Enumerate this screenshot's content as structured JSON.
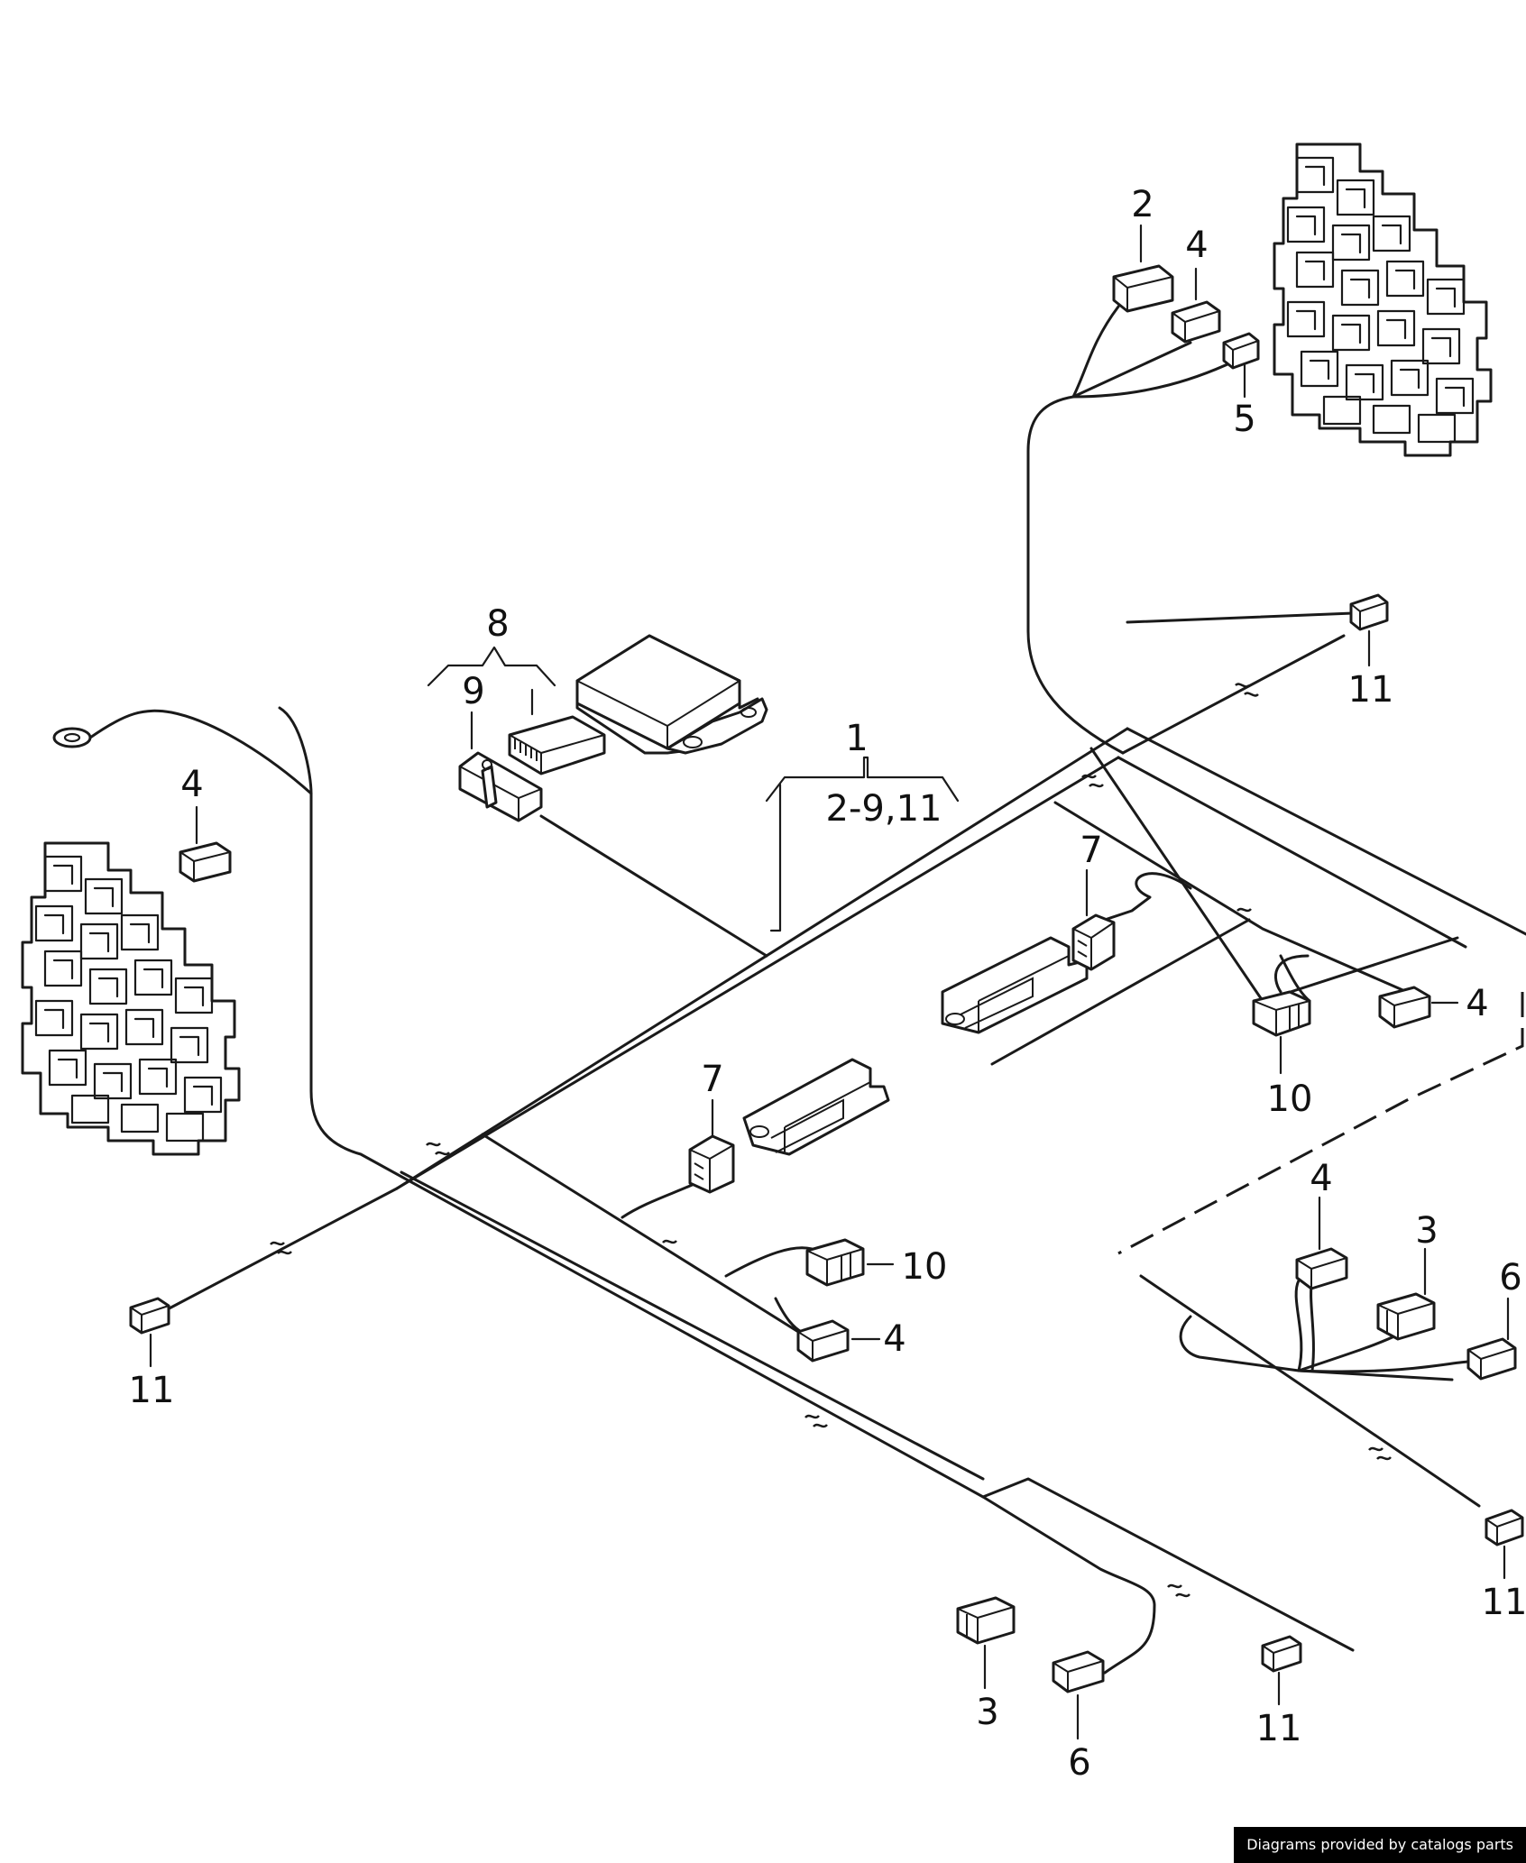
{
  "callouts": [
    {
      "id": "c1",
      "text": "1"
    },
    {
      "id": "c1-range",
      "text": "2-9,11"
    },
    {
      "id": "c2",
      "text": "2"
    },
    {
      "id": "c3a",
      "text": "3"
    },
    {
      "id": "c3b",
      "text": "3"
    },
    {
      "id": "c4a",
      "text": "4"
    },
    {
      "id": "c4b",
      "text": "4"
    },
    {
      "id": "c4c",
      "text": "4"
    },
    {
      "id": "c4d",
      "text": "4"
    },
    {
      "id": "c4e",
      "text": "4"
    },
    {
      "id": "c5",
      "text": "5"
    },
    {
      "id": "c6a",
      "text": "6"
    },
    {
      "id": "c6b",
      "text": "6"
    },
    {
      "id": "c7a",
      "text": "7"
    },
    {
      "id": "c7b",
      "text": "7"
    },
    {
      "id": "c8",
      "text": "8"
    },
    {
      "id": "c9",
      "text": "9"
    },
    {
      "id": "c10a",
      "text": "10"
    },
    {
      "id": "c10b",
      "text": "10"
    },
    {
      "id": "c11a",
      "text": "11"
    },
    {
      "id": "c11b",
      "text": "11"
    },
    {
      "id": "c11c",
      "text": "11"
    },
    {
      "id": "c11d",
      "text": "11"
    }
  ],
  "footer": {
    "credit": "Diagrams provided by catalogs parts"
  }
}
